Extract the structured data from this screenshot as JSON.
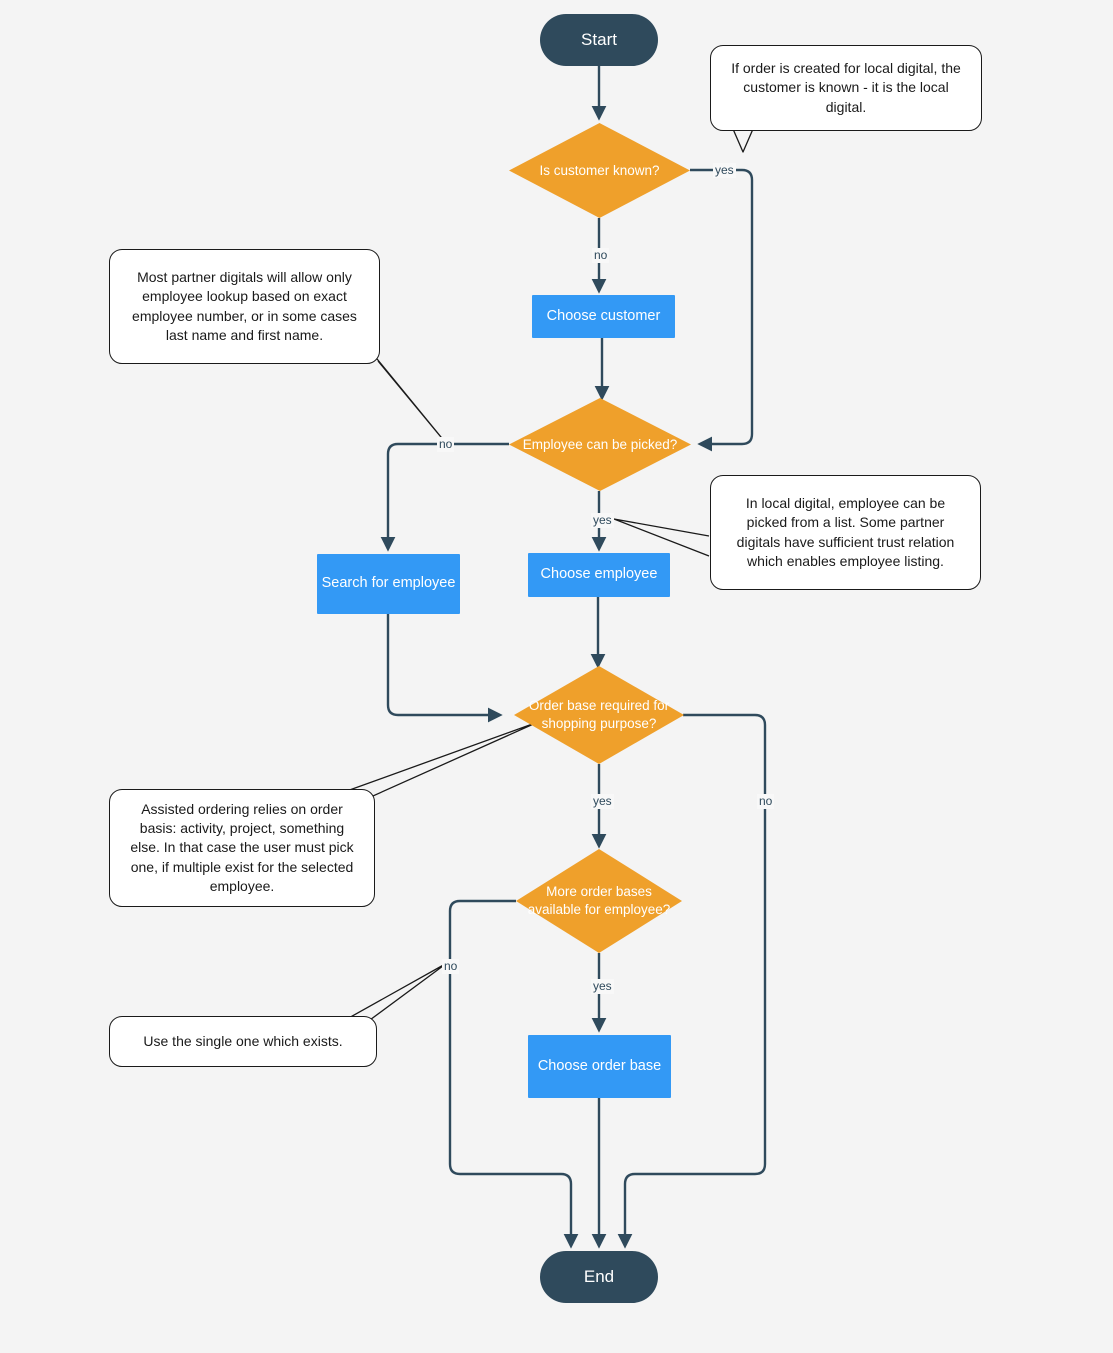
{
  "diagram": {
    "title": "Order creation customer and employee selection flow",
    "colors": {
      "background": "#f4f4f4",
      "terminal": "#2f4a5c",
      "process": "#3399f5",
      "decision": "#efa02b",
      "connector": "#2f4a5c",
      "callout_border": "#1a1a1a",
      "text_light": "#ffffff",
      "text_dark": "#1a1a1a"
    }
  },
  "nodes": {
    "start": {
      "label": "Start",
      "type": "terminal"
    },
    "end": {
      "label": "End",
      "type": "terminal"
    },
    "is_customer_known": {
      "label": "Is customer known?",
      "type": "decision"
    },
    "choose_customer": {
      "label": "Choose customer",
      "type": "process"
    },
    "employee_can_be_picked": {
      "label": "Employee can be picked?",
      "type": "decision"
    },
    "search_for_employee": {
      "label": "Search for employee",
      "type": "process"
    },
    "choose_employee": {
      "label": "Choose employee",
      "type": "process"
    },
    "order_base_required": {
      "label": "Order base required for shopping purpose?",
      "type": "decision"
    },
    "more_order_bases": {
      "label": "More order bases available for employee?",
      "type": "decision"
    },
    "choose_order_base": {
      "label": "Choose order base",
      "type": "process"
    }
  },
  "edge_labels": {
    "customer_known_yes": "yes",
    "customer_known_no": "no",
    "employee_picked_no": "no",
    "employee_picked_yes": "yes",
    "order_base_yes": "yes",
    "order_base_no": "no",
    "more_bases_no": "no",
    "more_bases_yes": "yes"
  },
  "callouts": {
    "local_digital": "If order is created for local digital, the customer is known - it is the local digital.",
    "partner_lookup": "Most partner digitals will allow only employee lookup based on exact employee number, or in some cases last name and first name.",
    "employee_list": "In local digital, employee can be picked from a list. Some partner digitals have sufficient trust relation which enables employee listing.",
    "assisted_ordering": "Assisted ordering relies on order basis: activity, project, something else. In that case the user must pick one, if multiple exist for the selected employee.",
    "single_one": "Use the single one which exists."
  }
}
